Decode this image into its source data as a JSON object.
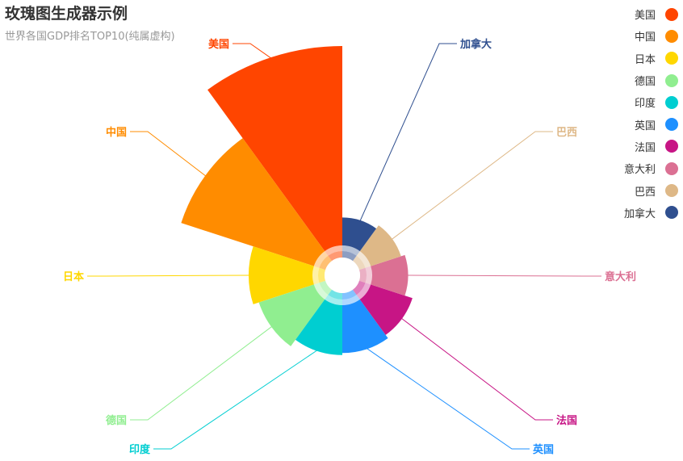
{
  "chart_data": {
    "type": "rose",
    "title": "玫瑰图生成器示例",
    "subtitle": "世界各国GDP排名TOP10(纯属虚构)",
    "categories": [
      "美国",
      "中国",
      "日本",
      "德国",
      "印度",
      "英国",
      "法国",
      "意大利",
      "巴西",
      "加拿大"
    ],
    "values": [
      100,
      70,
      32,
      29,
      25,
      24,
      22,
      18,
      16,
      14
    ],
    "colors": [
      "#ff4500",
      "#ff8c00",
      "#ffd700",
      "#90ee90",
      "#00ced1",
      "#1e90ff",
      "#c71585",
      "#db7093",
      "#deb887",
      "#2f4f8f"
    ],
    "legend_position": "top-right",
    "rosetype": "radius"
  }
}
